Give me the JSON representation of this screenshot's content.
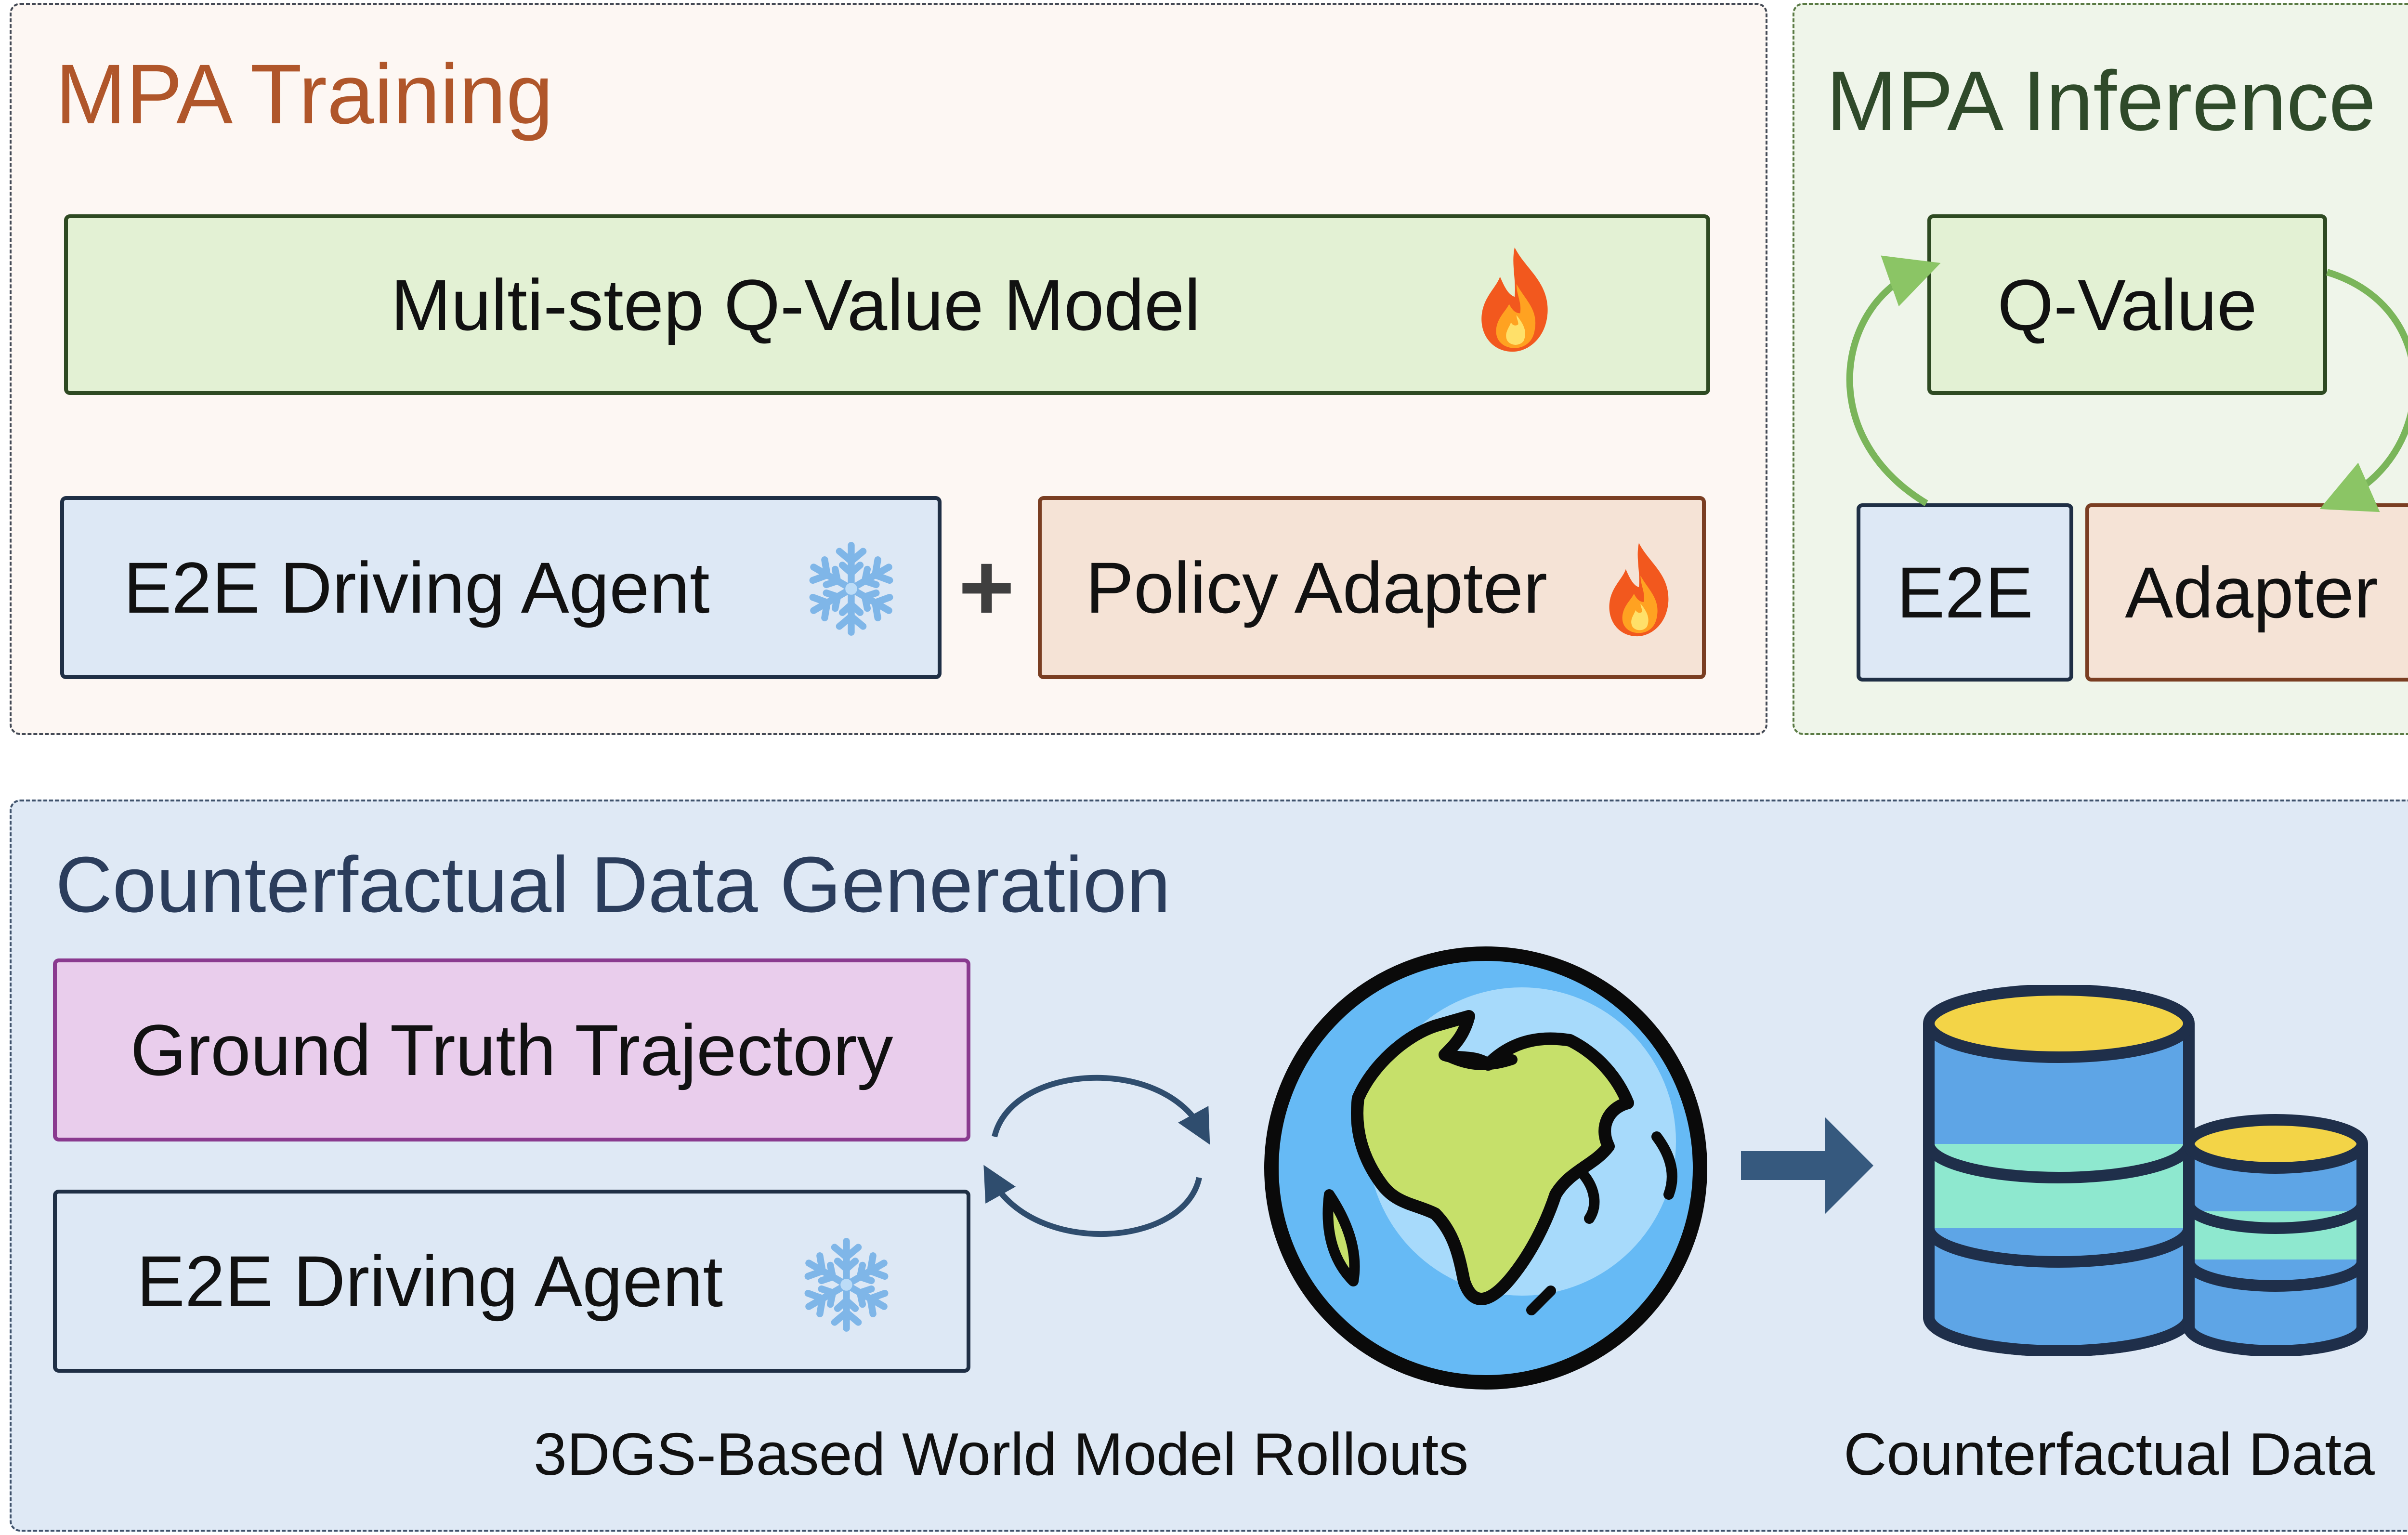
{
  "training": {
    "title": "MPA Training",
    "q_model": "Multi-step Q-Value Model",
    "agent": "E2E Driving Agent",
    "plus": "+",
    "adapter": "Policy Adapter"
  },
  "inference": {
    "title": "MPA Inference",
    "q_value": "Q-Value",
    "e2e": "E2E",
    "adapter": "Adapter"
  },
  "generation": {
    "title": "Counterfactual Data Generation",
    "gt_trajectory": "Ground Truth Trajectory",
    "agent": "E2E Driving Agent",
    "world_model_caption": "3DGS-Based World Model Rollouts",
    "data_caption": "Counterfactual Data"
  },
  "icons": {
    "trainable": "fire-icon",
    "frozen": "snowflake-icon",
    "world_model": "globe-icon",
    "data": "database-icon"
  },
  "colors": {
    "training_title": "#b0562a",
    "inference_title": "#2f4a2a",
    "generation_title": "#2b3d5c",
    "green_fill": "#e3f1d4",
    "blue_fill": "#dde8f5",
    "orange_fill": "#f5e3d6",
    "purple_fill": "#e9cdec"
  }
}
